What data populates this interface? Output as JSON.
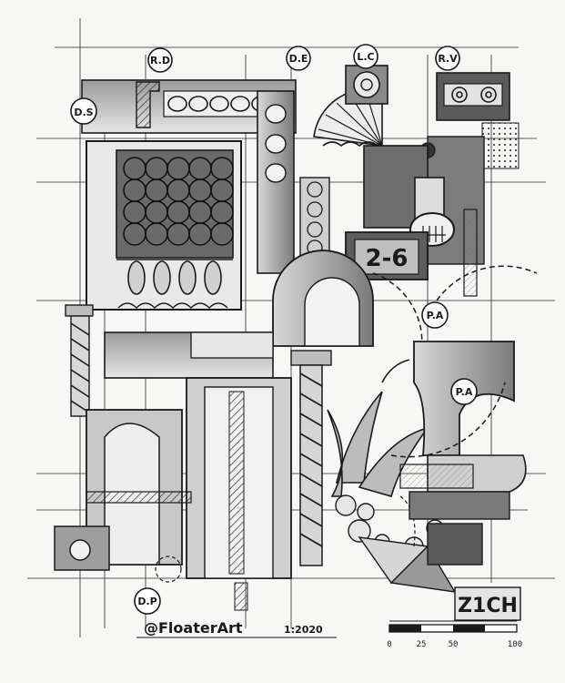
{
  "artwork": {
    "labels": {
      "ds": "D.S",
      "rd": "R.D",
      "de": "D.E",
      "lc": "L.C",
      "rv": "R.V",
      "pa1": "P.A",
      "pa2": "P.A",
      "dp": "D.P"
    },
    "number_plate": "2-6",
    "corner_code": "Z1CH",
    "signature": "@FloaterArt",
    "scale_note": "1:2020",
    "scale_ticks": [
      "0",
      "25",
      "50",
      "100"
    ]
  },
  "colors": {
    "ink": "#1a1a1a",
    "paper": "#f7f7f5",
    "shade_light": "#c9c9c9",
    "shade_mid": "#8f8f8f",
    "shade_dark": "#4a4a4a"
  }
}
